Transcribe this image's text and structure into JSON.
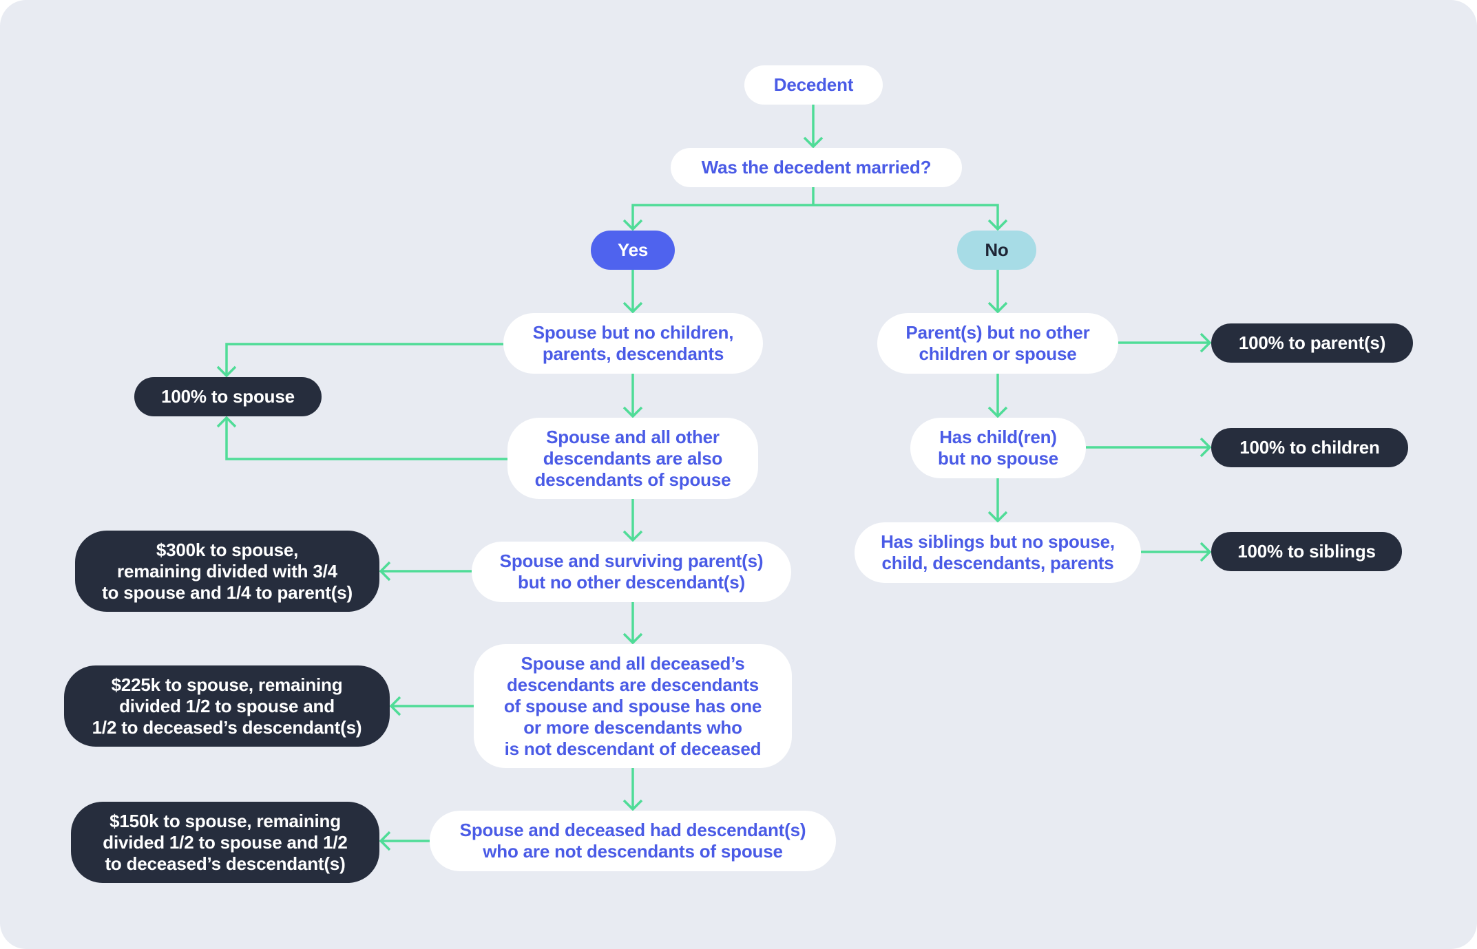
{
  "colors": {
    "background": "#e8ebf2",
    "question_fill": "#ffffff",
    "question_text": "#4a5be6",
    "outcome_fill": "#262d3d",
    "outcome_text": "#ffffff",
    "yes_fill": "#4f63ee",
    "no_fill": "#a7dce6",
    "connector": "#4fdc97"
  },
  "flowchart": {
    "root": "Decedent",
    "question": "Was the decedent married?",
    "yes_label": "Yes",
    "no_label": "No",
    "yes_branch": [
      {
        "condition": "Spouse but no children,\nparents, descendants",
        "outcome": "100% to spouse"
      },
      {
        "condition": "Spouse and all other\ndescendants are also\ndescendants of spouse",
        "outcome": "100% to spouse"
      },
      {
        "condition": "Spouse and surviving parent(s)\nbut no other descendant(s)",
        "outcome": "$300k to spouse,\nremaining divided with 3/4\nto spouse and 1/4 to parent(s)"
      },
      {
        "condition": "Spouse and all deceased’s\ndescendants are descendants\nof spouse and spouse has one\nor more descendants who\nis not descendant of deceased",
        "outcome": "$225k to spouse, remaining\ndivided 1/2 to spouse and\n1/2 to deceased’s descendant(s)"
      },
      {
        "condition": "Spouse and deceased had descendant(s)\nwho are not descendants of spouse",
        "outcome": "$150k to spouse, remaining\ndivided 1/2 to spouse and 1/2\nto deceased’s descendant(s)"
      }
    ],
    "no_branch": [
      {
        "condition": "Parent(s) but no other\nchildren or spouse",
        "outcome": "100% to parent(s)"
      },
      {
        "condition": "Has child(ren)\nbut no spouse",
        "outcome": "100% to children"
      },
      {
        "condition": "Has siblings but no spouse,\nchild, descendants, parents",
        "outcome": "100% to siblings"
      }
    ]
  }
}
